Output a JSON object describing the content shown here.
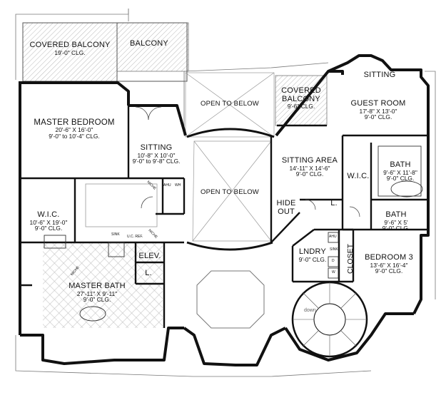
{
  "plan": {
    "rooms": {
      "covered_balcony_1": {
        "name": "COVERED BALCONY",
        "dims": "19'-0\" CLG."
      },
      "balcony": {
        "name": "BALCONY"
      },
      "master_bedroom": {
        "name": "MASTER BEDROOM",
        "dims": "20'-6\" X 16'-0\"",
        "clg": "9'-0\" to 10'-4\" CLG."
      },
      "sitting_1": {
        "name": "SITTING",
        "dims": "10'-8\" X 10'-0\"",
        "clg": "9'-0\" to 9'-8\" CLG."
      },
      "open_to_below_1": {
        "name": "OPEN TO BELOW"
      },
      "open_to_below_2": {
        "name": "OPEN TO BELOW"
      },
      "covered_balcony_2": {
        "name": "COVERED",
        "name2": "BALCONY",
        "dims": "9'-6\" CLG."
      },
      "sitting_top": {
        "name": "SITTING"
      },
      "guest_room": {
        "name": "GUEST ROOM",
        "dims": "17'-8\" X 13'-0\"",
        "clg": "9'-0\" CLG."
      },
      "sitting_area": {
        "name": "SITTING AREA",
        "dims": "14'-11\" X 14'-6\"",
        "clg": "9'-0\" CLG."
      },
      "wic_right": {
        "name": "W.I.C."
      },
      "bath_1": {
        "name": "BATH",
        "dims": "9'-6\" X 11'-8\"",
        "clg": "9'-0\" CLG."
      },
      "bath_2": {
        "name": "BATH",
        "dims": "9'-6\" X 5'",
        "clg": "9'-0\" CLG."
      },
      "hide_out": {
        "name": "HIDE",
        "name2": "OUT"
      },
      "wic_left": {
        "name": "W.I.C.",
        "dims": "10'-6\" X 19'-0\"",
        "clg": "9'-0\" CLG."
      },
      "lndry": {
        "name": "LNDRY",
        "clg": "9'-0\" CLG."
      },
      "closet": {
        "name": "CLOSET"
      },
      "bedroom_3": {
        "name": "BEDROOM 3",
        "dims": "13'-6\" X 16'-4\"",
        "clg": "9'-0\" CLG."
      },
      "elev": {
        "name": "ELEV."
      },
      "linen_1": {
        "name": "L."
      },
      "linen_2": {
        "name": "L."
      },
      "master_bath": {
        "name": "MASTER BATH",
        "dims": "27'-11\" X 9'-11\"",
        "clg": "9'-0\" CLG."
      }
    },
    "small_labels": {
      "ahu_1": "AHU",
      "wh": "WH",
      "niche_1": "NICHE",
      "niche_2": "NICHE",
      "niche_3": "NICHE",
      "sink_1": "SINK",
      "uc_ref": "U.C. REF.",
      "ahu_2": "AHU",
      "sink_2": "SINK",
      "w": "W",
      "d": "D",
      "down": "down"
    }
  }
}
